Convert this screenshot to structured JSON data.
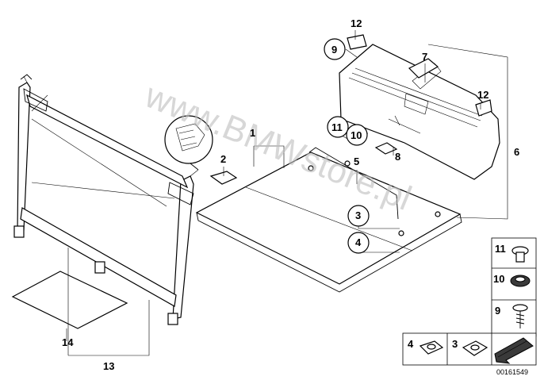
{
  "diagram": {
    "watermark": "www.BMWstore.pl",
    "catalog_number": "00161549",
    "labels": {
      "p1": "1",
      "p2": "2",
      "p3": "3",
      "p4": "4",
      "p5": "5",
      "p6": "6",
      "p7": "7",
      "p8": "8",
      "p9": "9",
      "p10": "10",
      "p11": "11",
      "p12a": "12",
      "p12b": "12",
      "p13": "13",
      "p14": "14"
    },
    "legend": {
      "l11": "11",
      "l10": "10",
      "l9": "9",
      "l4": "4",
      "l3": "3"
    }
  }
}
